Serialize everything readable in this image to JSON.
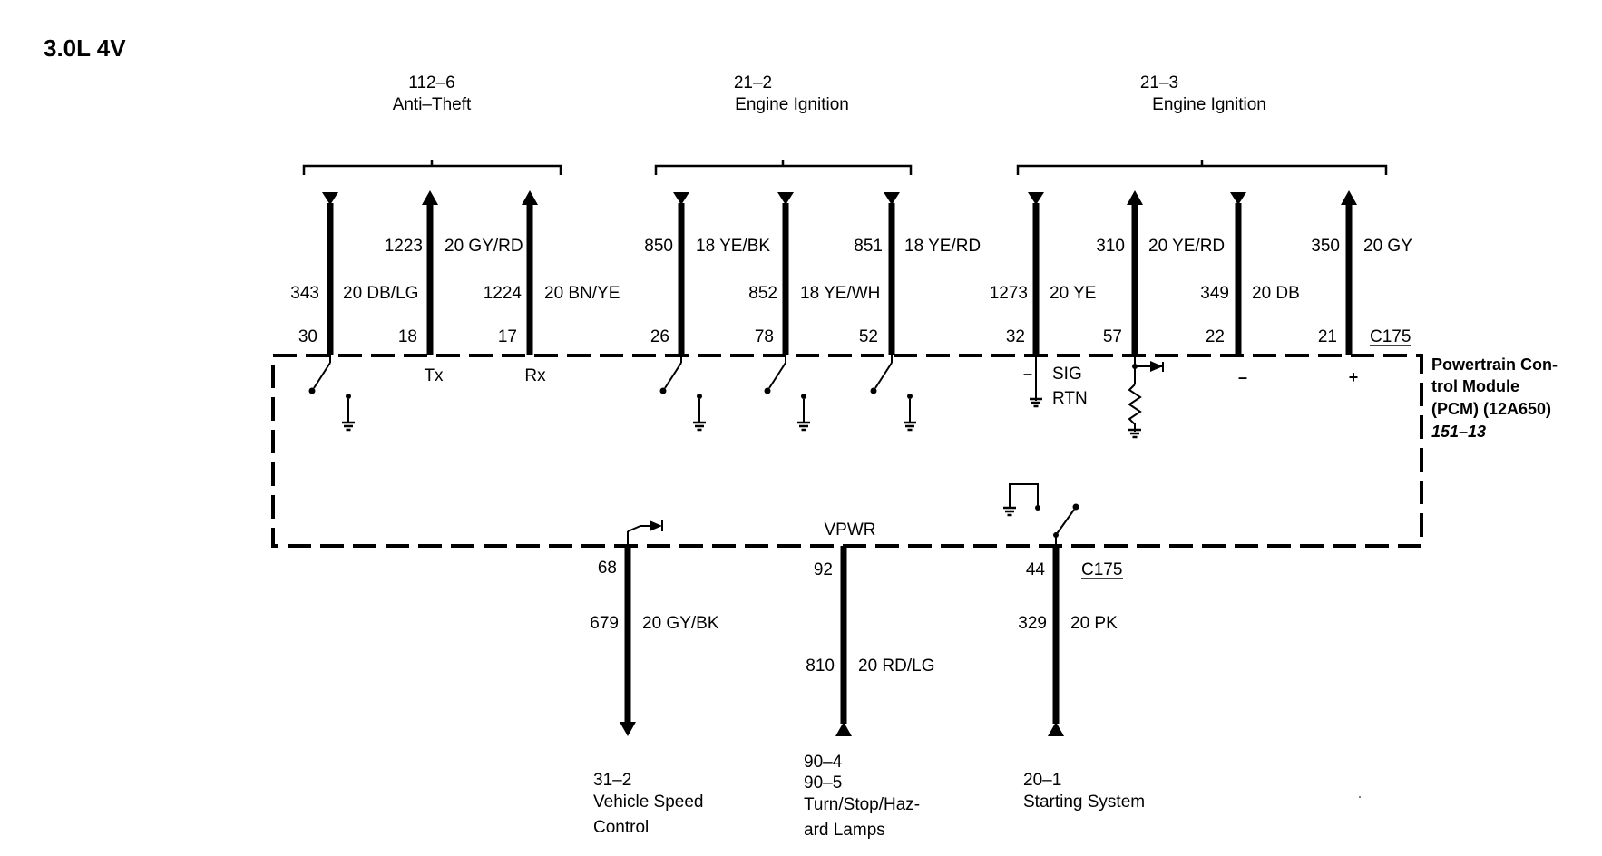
{
  "diagram": {
    "engine_label": "3.0L 4V",
    "groups": [
      {
        "ref": "112–6",
        "name": "Anti–Theft"
      },
      {
        "ref": "21–2",
        "name": "Engine Ignition"
      },
      {
        "ref": "21–3",
        "name": "Engine Ignition"
      }
    ],
    "top_wires": [
      {
        "pin": "30",
        "circuit": "343",
        "color": "20 DB/LG"
      },
      {
        "pin": "18",
        "circuit": "1223",
        "color": "20 GY/RD",
        "port": "Tx"
      },
      {
        "pin": "17",
        "circuit": "1224",
        "color": "20 BN/YE",
        "port": "Rx"
      },
      {
        "pin": "26",
        "circuit": "850",
        "color": "18 YE/BK"
      },
      {
        "pin": "78",
        "circuit": "852",
        "color": "18 YE/WH"
      },
      {
        "pin": "52",
        "circuit": "851",
        "color": "18 YE/RD"
      },
      {
        "pin": "32",
        "circuit": "1273",
        "color": "20 YE",
        "port": "–"
      },
      {
        "pin": "57",
        "circuit": "310",
        "color": "20 YE/RD"
      },
      {
        "pin": "22",
        "circuit": "349",
        "color": "20 DB",
        "port": "–"
      },
      {
        "pin": "21",
        "circuit": "350",
        "color": "20 GY",
        "port": "+"
      }
    ],
    "connector_top": "C175",
    "connector_bottom": "C175",
    "module": {
      "line1": "Powertrain Con-",
      "line2": "trol Module",
      "line3": "(PCM) (12A650)",
      "ref": "151–13"
    },
    "sig_label": "SIG",
    "rtn_label": "RTN",
    "vpwr_label": "VPWR",
    "bottom_wires": [
      {
        "pin": "68",
        "circuit": "679",
        "color": "20 GY/BK",
        "dest": [
          "31–2",
          "Vehicle Speed",
          "Control"
        ]
      },
      {
        "pin": "92",
        "circuit": "810",
        "color": "20 RD/LG",
        "dest": [
          "90–4",
          "90–5",
          "Turn/Stop/Haz-",
          "ard Lamps"
        ]
      },
      {
        "pin": "44",
        "circuit": "329",
        "color": "20 PK",
        "dest": [
          "20–1",
          "Starting System"
        ]
      }
    ]
  }
}
